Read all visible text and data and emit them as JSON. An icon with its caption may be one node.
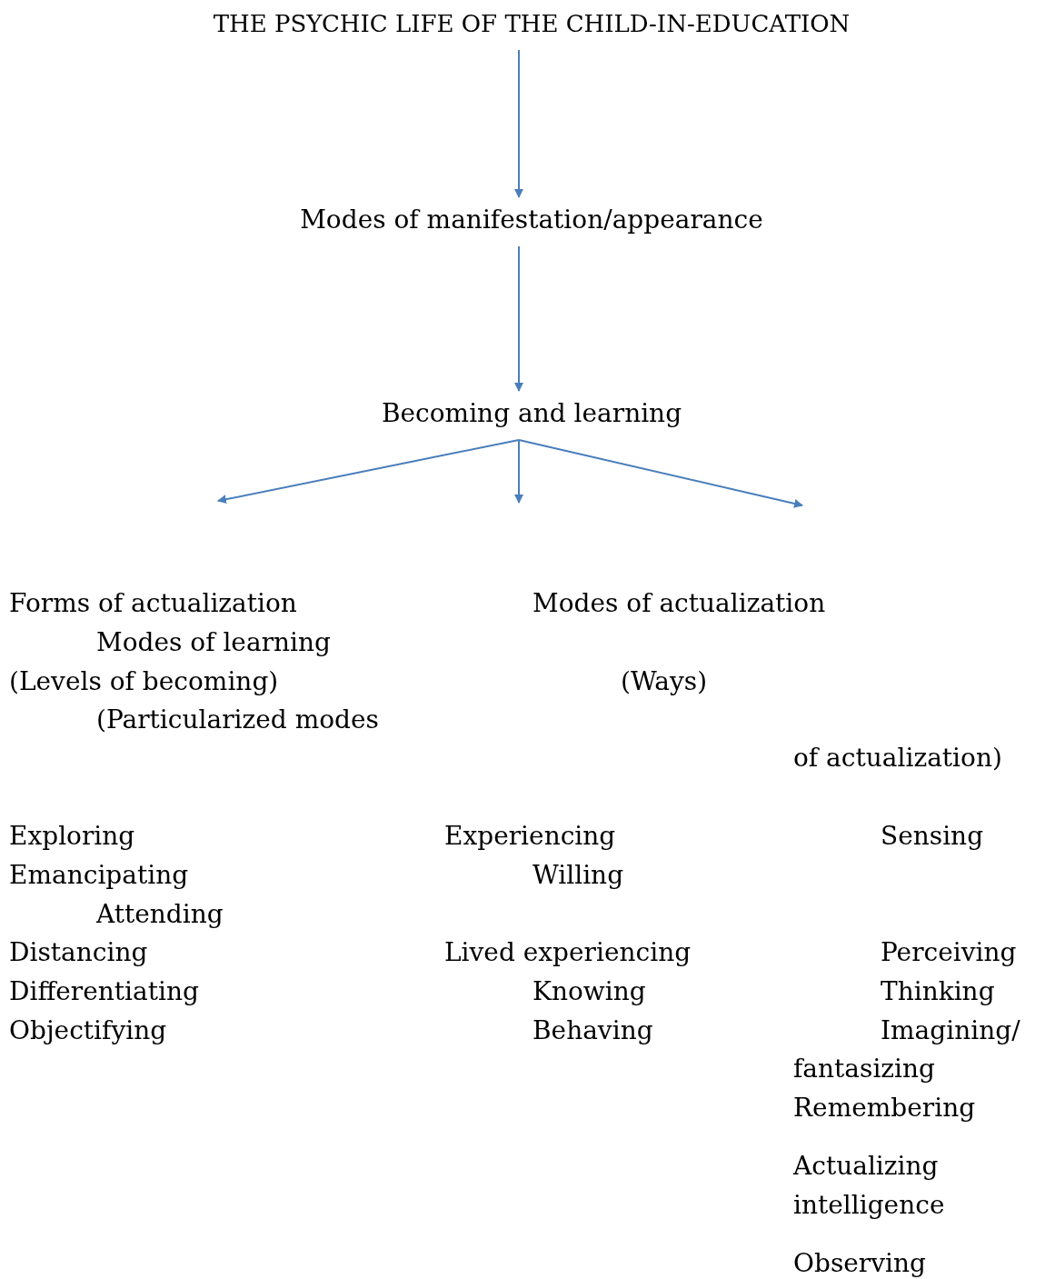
{
  "diagram": {
    "nodes": [
      {
        "text": [
          "THE PSYCHIC LIFE OF THE CHILD-IN-EDUCATION"
        ]
      },
      {
        "text": [
          "Modes of manifestation/appearance"
        ]
      },
      {
        "text": [
          "Becoming and learning"
        ]
      }
    ],
    "edges": [
      {
        "from": 0,
        "to": 1,
        "arrow": "to"
      },
      {
        "from": 1,
        "to": 2,
        "arrow": "to"
      },
      {
        "from": 2,
        "to": null,
        "arrow": "to"
      },
      {
        "from": 2,
        "to": null,
        "arrow": "to"
      },
      {
        "from": 2,
        "to": null,
        "arrow": "to"
      }
    ],
    "labels": [
      "Forms of actualization",
      "Modes of actualization",
      "Modes of learning",
      "(Levels of becoming)",
      "(Ways)",
      "(Particularized modes",
      "of actualization)",
      "Exploring",
      "Experiencing",
      "Sensing",
      "Emancipating",
      "Willing",
      "Attending",
      "Distancing",
      "Lived experiencing",
      "Perceiving",
      "Differentiating",
      "Knowing",
      "Thinking",
      "Objectifying",
      "Behaving",
      "Imagining/",
      "fantasizing",
      "Remembering",
      "Actualizing intelligence",
      "Observing"
    ]
  }
}
